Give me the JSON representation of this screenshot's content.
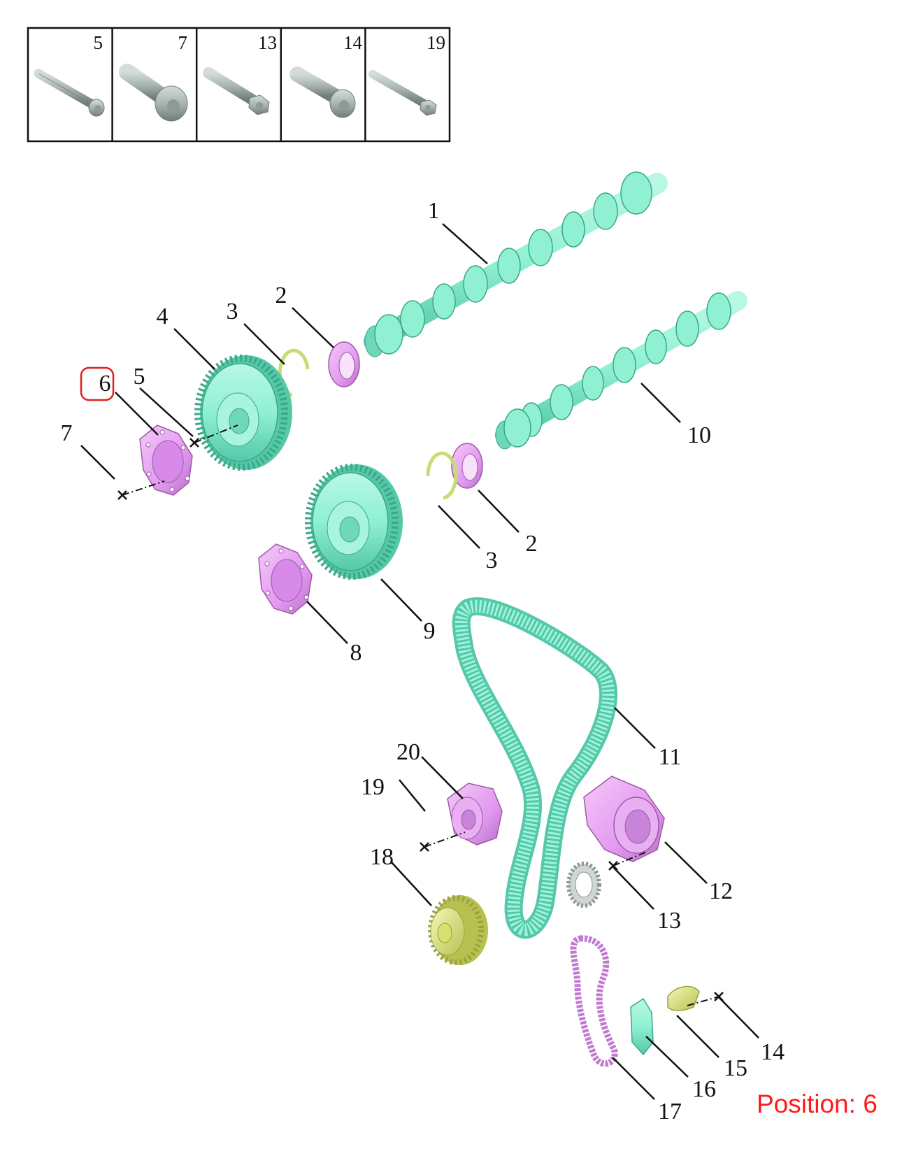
{
  "fastener_box": {
    "labels": [
      "5",
      "7",
      "13",
      "14",
      "19"
    ]
  },
  "callouts": {
    "c1": "1",
    "c2a": "2",
    "c2b": "2",
    "c3a": "3",
    "c3b": "3",
    "c4": "4",
    "c5": "5",
    "c6": "6",
    "c7": "7",
    "c8": "8",
    "c9": "9",
    "c10": "10",
    "c11": "11",
    "c12": "12",
    "c13": "13",
    "c14": "14",
    "c15": "15",
    "c16": "16",
    "c17": "17",
    "c18": "18",
    "c19": "19",
    "c20": "20"
  },
  "position_label": "Position: 6",
  "colors": {
    "part_green": "#8ff0d2",
    "part_purple": "#e8a2f2",
    "part_yellow": "#e4ec8c",
    "part_grey": "#a9b5b1",
    "highlight": "#e0201c"
  }
}
